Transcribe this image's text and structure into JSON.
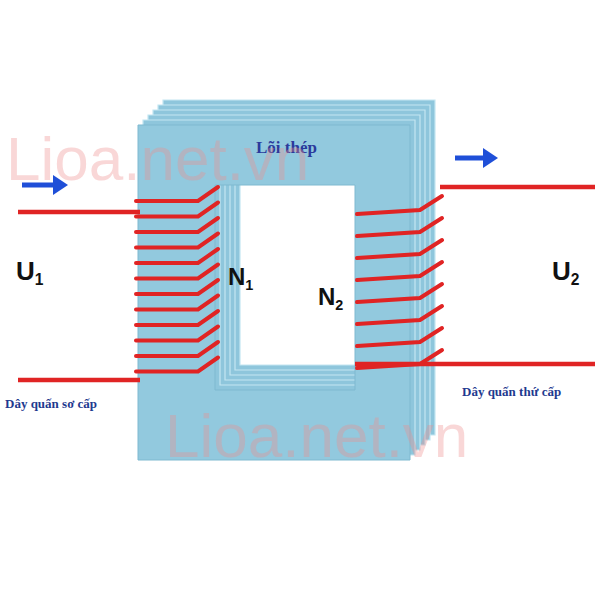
{
  "diagram": {
    "nodes": [
      {
        "text": [
          "Lõi thép"
        ]
      }
    ],
    "labels": [
      "Lioa.net.vn",
      "U1",
      "N1",
      "N2",
      "U2",
      "Dây quấn sơ cấp",
      "Dây quấn thứ cấp",
      "Lioa.net.vn"
    ]
  }
}
